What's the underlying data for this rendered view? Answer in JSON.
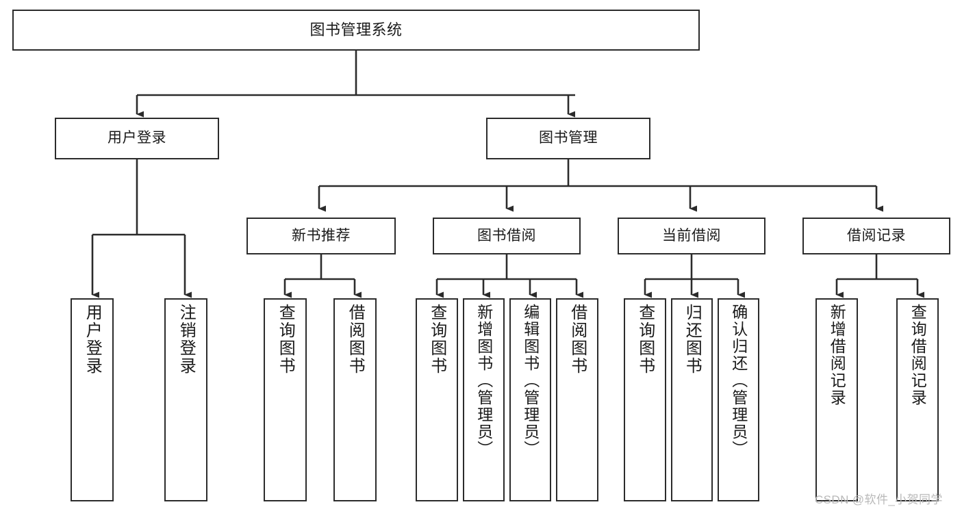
{
  "diagram": {
    "title": "图书管理系统",
    "type": "functional-structure-tree",
    "watermark": "CSDN @软件_小贺同学",
    "style": {
      "stroke": "#2b2b2b",
      "fill": "#ffffff",
      "text": "#1a1a1a",
      "watermark_color": "#b9b9b9"
    }
  },
  "nodes": {
    "root": {
      "label": "图书管理系统"
    },
    "level2": [
      {
        "label": "用户登录"
      },
      {
        "label": "图书管理"
      }
    ],
    "level3": [
      {
        "label": "新书推荐"
      },
      {
        "label": "图书借阅"
      },
      {
        "label": "当前借阅"
      },
      {
        "label": "借阅记录"
      }
    ],
    "leaves": {
      "user_login": [
        {
          "label": "用户登录"
        },
        {
          "label": "注销登录"
        }
      ],
      "new_book_recommend": [
        {
          "label": "查询图书"
        },
        {
          "label": "借阅图书"
        }
      ],
      "book_borrow": [
        {
          "label": "查询图书"
        },
        {
          "label": "新增图书（管理员）"
        },
        {
          "label": "编辑图书（管理员）"
        },
        {
          "label": "借阅图书"
        }
      ],
      "current_borrow": [
        {
          "label": "查询图书"
        },
        {
          "label": "归还图书"
        },
        {
          "label": "确认归还（管理员）"
        }
      ],
      "borrow_record": [
        {
          "label": "新增借阅记录"
        },
        {
          "label": "查询借阅记录"
        }
      ]
    }
  }
}
